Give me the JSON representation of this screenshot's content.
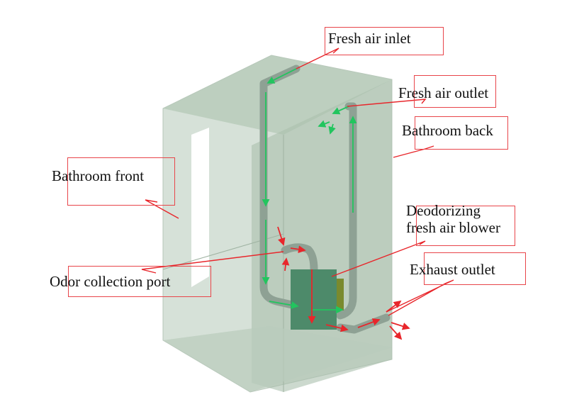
{
  "labels": {
    "fresh_air_inlet": "Fresh air inlet",
    "fresh_air_outlet": "Fresh air outlet",
    "bathroom_back": "Bathroom back",
    "bathroom_front": "Bathroom front",
    "blower_line1": "Deodorizing",
    "blower_line2": "fresh air blower",
    "exhaust_outlet": "Exhaust outlet",
    "odor_collection_port": "Odor collection port"
  },
  "colors": {
    "fresh_air_arrow": "#22c55e",
    "odor_arrow": "#e8262b",
    "callout_border": "#e8454a",
    "enclosure": "#a9bfae",
    "blower": "#4d8a6a"
  }
}
